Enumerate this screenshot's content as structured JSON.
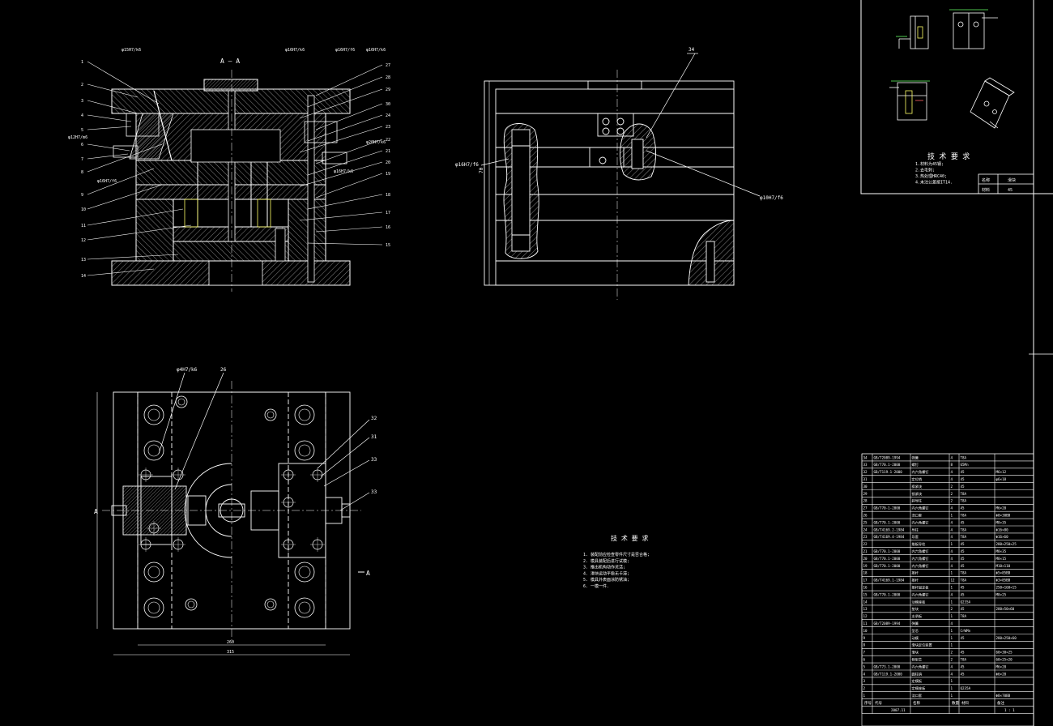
{
  "colors": {
    "background": "#000000",
    "line": "#ffffff",
    "hatch": "#bfbfbf",
    "accent_yellow": "#ffff66",
    "accent_green": "#66ff66"
  },
  "section_view": {
    "label": "A — A",
    "fits": [
      "φ15H7/k6",
      "φ16H7/k6",
      "φ16H7/f6",
      "φ16H7/k6",
      "φ20H7/k6",
      "φ16H7/f6",
      "φ12H7/m6",
      "φ16H7/k6"
    ],
    "left_callouts": [
      "1",
      "2",
      "3",
      "4",
      "5",
      "6",
      "7",
      "8",
      "9",
      "10",
      "11",
      "12",
      "13",
      "14"
    ],
    "right_callouts": [
      "27",
      "28",
      "29",
      "30",
      "24",
      "23",
      "22",
      "21",
      "20",
      "19",
      "18",
      "17",
      "16",
      "15"
    ]
  },
  "side_view": {
    "callout": "34",
    "fit_left": "φ16H7/f6",
    "fit_right": "φ10H7/f6",
    "dim_vertical": "70"
  },
  "plan_view": {
    "fit_top": "φ4H7/k6",
    "callout_top": "26",
    "right_callouts": [
      "32",
      "31",
      "33",
      "33"
    ],
    "section_mark_left": "A",
    "section_mark_right": "A",
    "dim_inner": "260",
    "dim_outer": "315"
  },
  "part_sheet": {
    "title": "技 术 要 求",
    "requirements": [
      "1.材料为45钢;",
      "2.去毛刺;",
      "3.热处理HRC40;",
      "4.未注公差按IT14."
    ],
    "table": [
      [
        "名称",
        "滑块"
      ],
      [
        "材料",
        "45"
      ]
    ]
  },
  "tech_notes": {
    "title": "技 术 要 求",
    "items": [
      "1. 装配前应检查零件尺寸是否合格;",
      "2. 模具装配后进行试模;",
      "3. 推出机构动作灵活;",
      "4. 滑块运动平稳无卡滞;",
      "5. 模具外表面涂防锈油;",
      "6. 一模一件."
    ]
  },
  "bom": {
    "rows": [
      [
        "34",
        "GB/T2089-1994",
        "弹簧",
        "4",
        "T8A",
        ""
      ],
      [
        "33",
        "GB/T70.1-2000",
        "螺钉",
        "8",
        "65Mn",
        ""
      ],
      [
        "32",
        "GB/T119.1-2000",
        "内六角螺钉",
        "4",
        "45",
        "M6×12"
      ],
      [
        "31",
        "",
        "定位销",
        "4",
        "45",
        "φ6×18"
      ],
      [
        "30",
        "",
        "楔紧块",
        "2",
        "45",
        ""
      ],
      [
        "29",
        "",
        "锁紧块",
        "2",
        "T8A",
        ""
      ],
      [
        "28",
        "",
        "斜导柱",
        "2",
        "T8A",
        ""
      ],
      [
        "27",
        "GB/T70-1-2000",
        "内六角螺钉",
        "4",
        "45",
        "M6×20"
      ],
      [
        "26",
        "",
        "浇口套",
        "1",
        "T8A",
        "Φ8×30BB"
      ],
      [
        "25",
        "GB/T70.1-2000",
        "内六角螺钉",
        "4",
        "45",
        "M8×35"
      ],
      [
        "24",
        "GB/T4169.2-1984",
        "导柱",
        "4",
        "T8A",
        "Φ16×80"
      ],
      [
        "23",
        "GB/T4169.4-1984",
        "导套",
        "4",
        "T8A",
        "Φ16×60"
      ],
      [
        "22",
        "",
        "推板导柱",
        "1",
        "45",
        "280×250×25"
      ],
      [
        "21",
        "GB/T70.1-2000",
        "内六角螺钉",
        "4",
        "45",
        "M8×35"
      ],
      [
        "20",
        "GB/T70.1-2000",
        "内六角螺钉",
        "4",
        "45",
        "M8×15"
      ],
      [
        "19",
        "GB/T70.1-2000",
        "内六角螺钉",
        "4",
        "45",
        "M10×110"
      ],
      [
        "18",
        "",
        "推杆",
        "1",
        "T8A",
        "Φ5×85BB"
      ],
      [
        "17",
        "GB/T4169.1-1984",
        "推杆",
        "12",
        "T8A",
        "Φ3×85BB"
      ],
      [
        "16",
        "",
        "推杆固定板",
        "1",
        "45",
        "250×160×15"
      ],
      [
        "15",
        "GB/T70.1-2000",
        "内六角螺钉",
        "4",
        "45",
        "M8×25"
      ],
      [
        "14",
        "",
        "动模座板",
        "1",
        "Q235A",
        ""
      ],
      [
        "13",
        "",
        "垫块",
        "2",
        "45",
        "280×50×60"
      ],
      [
        "12",
        "",
        "支承板",
        "1",
        "T8A",
        ""
      ],
      [
        "11",
        "GB/T2089-1994",
        "弹簧",
        "4",
        "",
        ""
      ],
      [
        "10",
        "",
        "型芯",
        "1",
        "CrWMn",
        ""
      ],
      [
        "9",
        "",
        "动模",
        "1",
        "45",
        "280×250×60"
      ],
      [
        "8",
        "",
        "滑块定位装置",
        "1",
        "",
        ""
      ],
      [
        "7",
        "",
        "滑块",
        "2",
        "45",
        "60×30×25"
      ],
      [
        "6",
        "",
        "侧型芯",
        "2",
        "T8A",
        "60×25×20"
      ],
      [
        "5",
        "GB/T73.1-2000",
        "内六角螺钉",
        "4",
        "45",
        "M6×20"
      ],
      [
        "4",
        "GB/T119.1-2000",
        "圆柱销",
        "4",
        "45",
        "Φ6×20"
      ],
      [
        "3",
        "",
        "定模板",
        "1",
        "",
        ""
      ],
      [
        "2",
        "",
        "定模座板",
        "1",
        "Q235A",
        ""
      ],
      [
        "1",
        "",
        "浇口套",
        "1",
        "",
        "Φ8×70BB"
      ]
    ],
    "header": [
      "序号",
      "代号",
      "名称",
      "数量",
      "材料",
      "备注"
    ],
    "footer_left": "2007.11",
    "footer_scale": "1 : 1"
  }
}
